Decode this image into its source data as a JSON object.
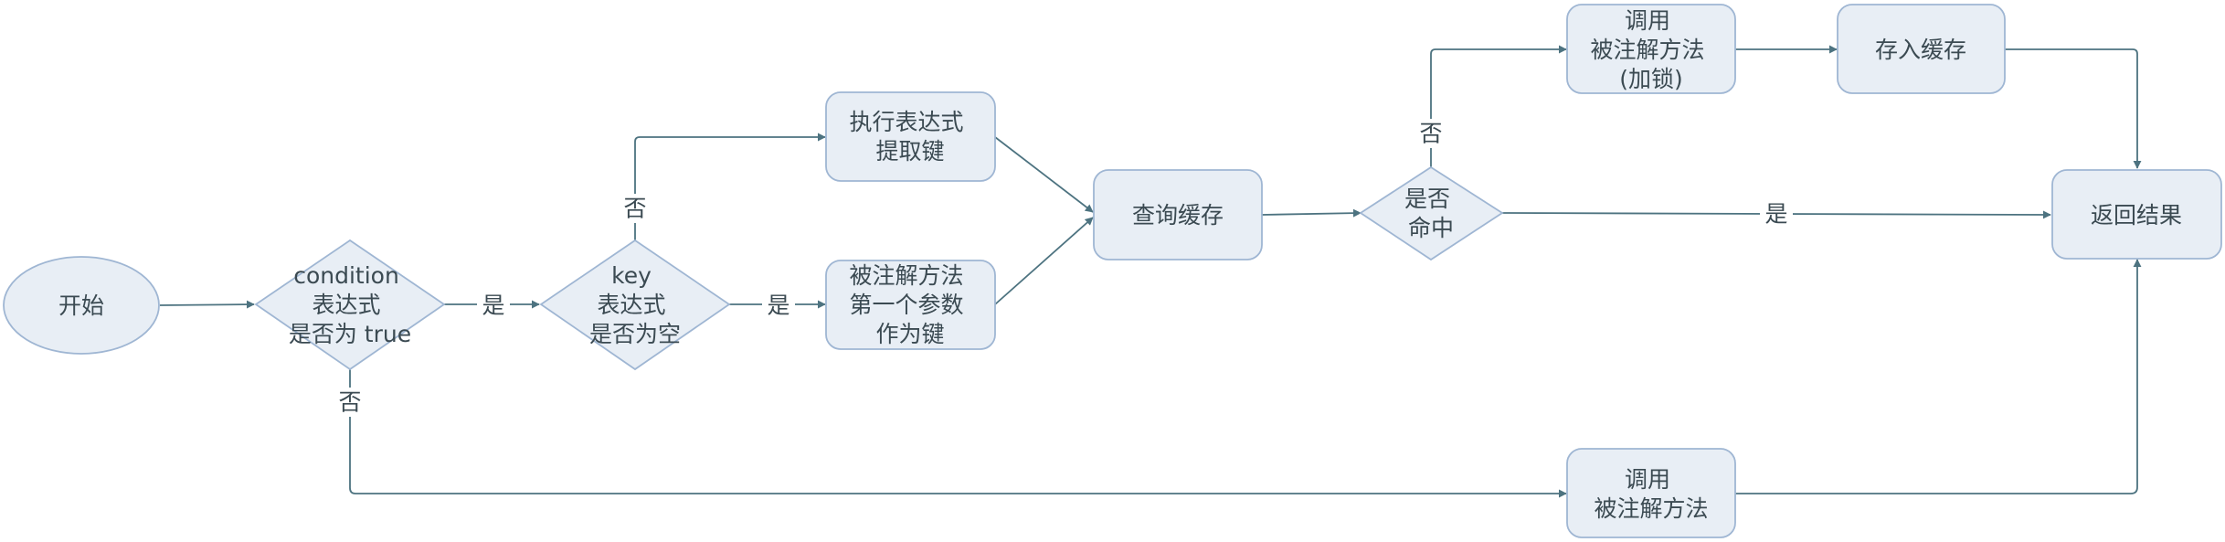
{
  "nodes": {
    "start": {
      "lines": [
        "开始"
      ]
    },
    "condition": {
      "lines": [
        "condition",
        "表达式",
        "是否为 true"
      ]
    },
    "key_check": {
      "lines": [
        "key",
        "表达式",
        "是否为空"
      ]
    },
    "eval_key": {
      "lines": [
        "执行表达式",
        "提取键"
      ]
    },
    "first_param": {
      "lines": [
        "被注解方法",
        "第一个参数",
        "作为键"
      ]
    },
    "query_cache": {
      "lines": [
        "查询缓存"
      ]
    },
    "hit": {
      "lines": [
        "是否",
        "命中"
      ]
    },
    "call_locked": {
      "lines": [
        "调用",
        "被注解方法",
        "(加锁)"
      ]
    },
    "store_cache": {
      "lines": [
        "存入缓存"
      ]
    },
    "return_result": {
      "lines": [
        "返回结果"
      ]
    },
    "call_direct": {
      "lines": [
        "调用",
        "被注解方法"
      ]
    }
  },
  "edge_labels": {
    "condition_yes": "是",
    "condition_no": "否",
    "key_no": "否",
    "key_yes": "是",
    "hit_no": "否",
    "hit_yes": "是"
  },
  "colors": {
    "shape_fill": "#e8eef5",
    "shape_stroke": "#9fb6d3",
    "edge": "#4d7380",
    "text": "#3b4a52"
  }
}
